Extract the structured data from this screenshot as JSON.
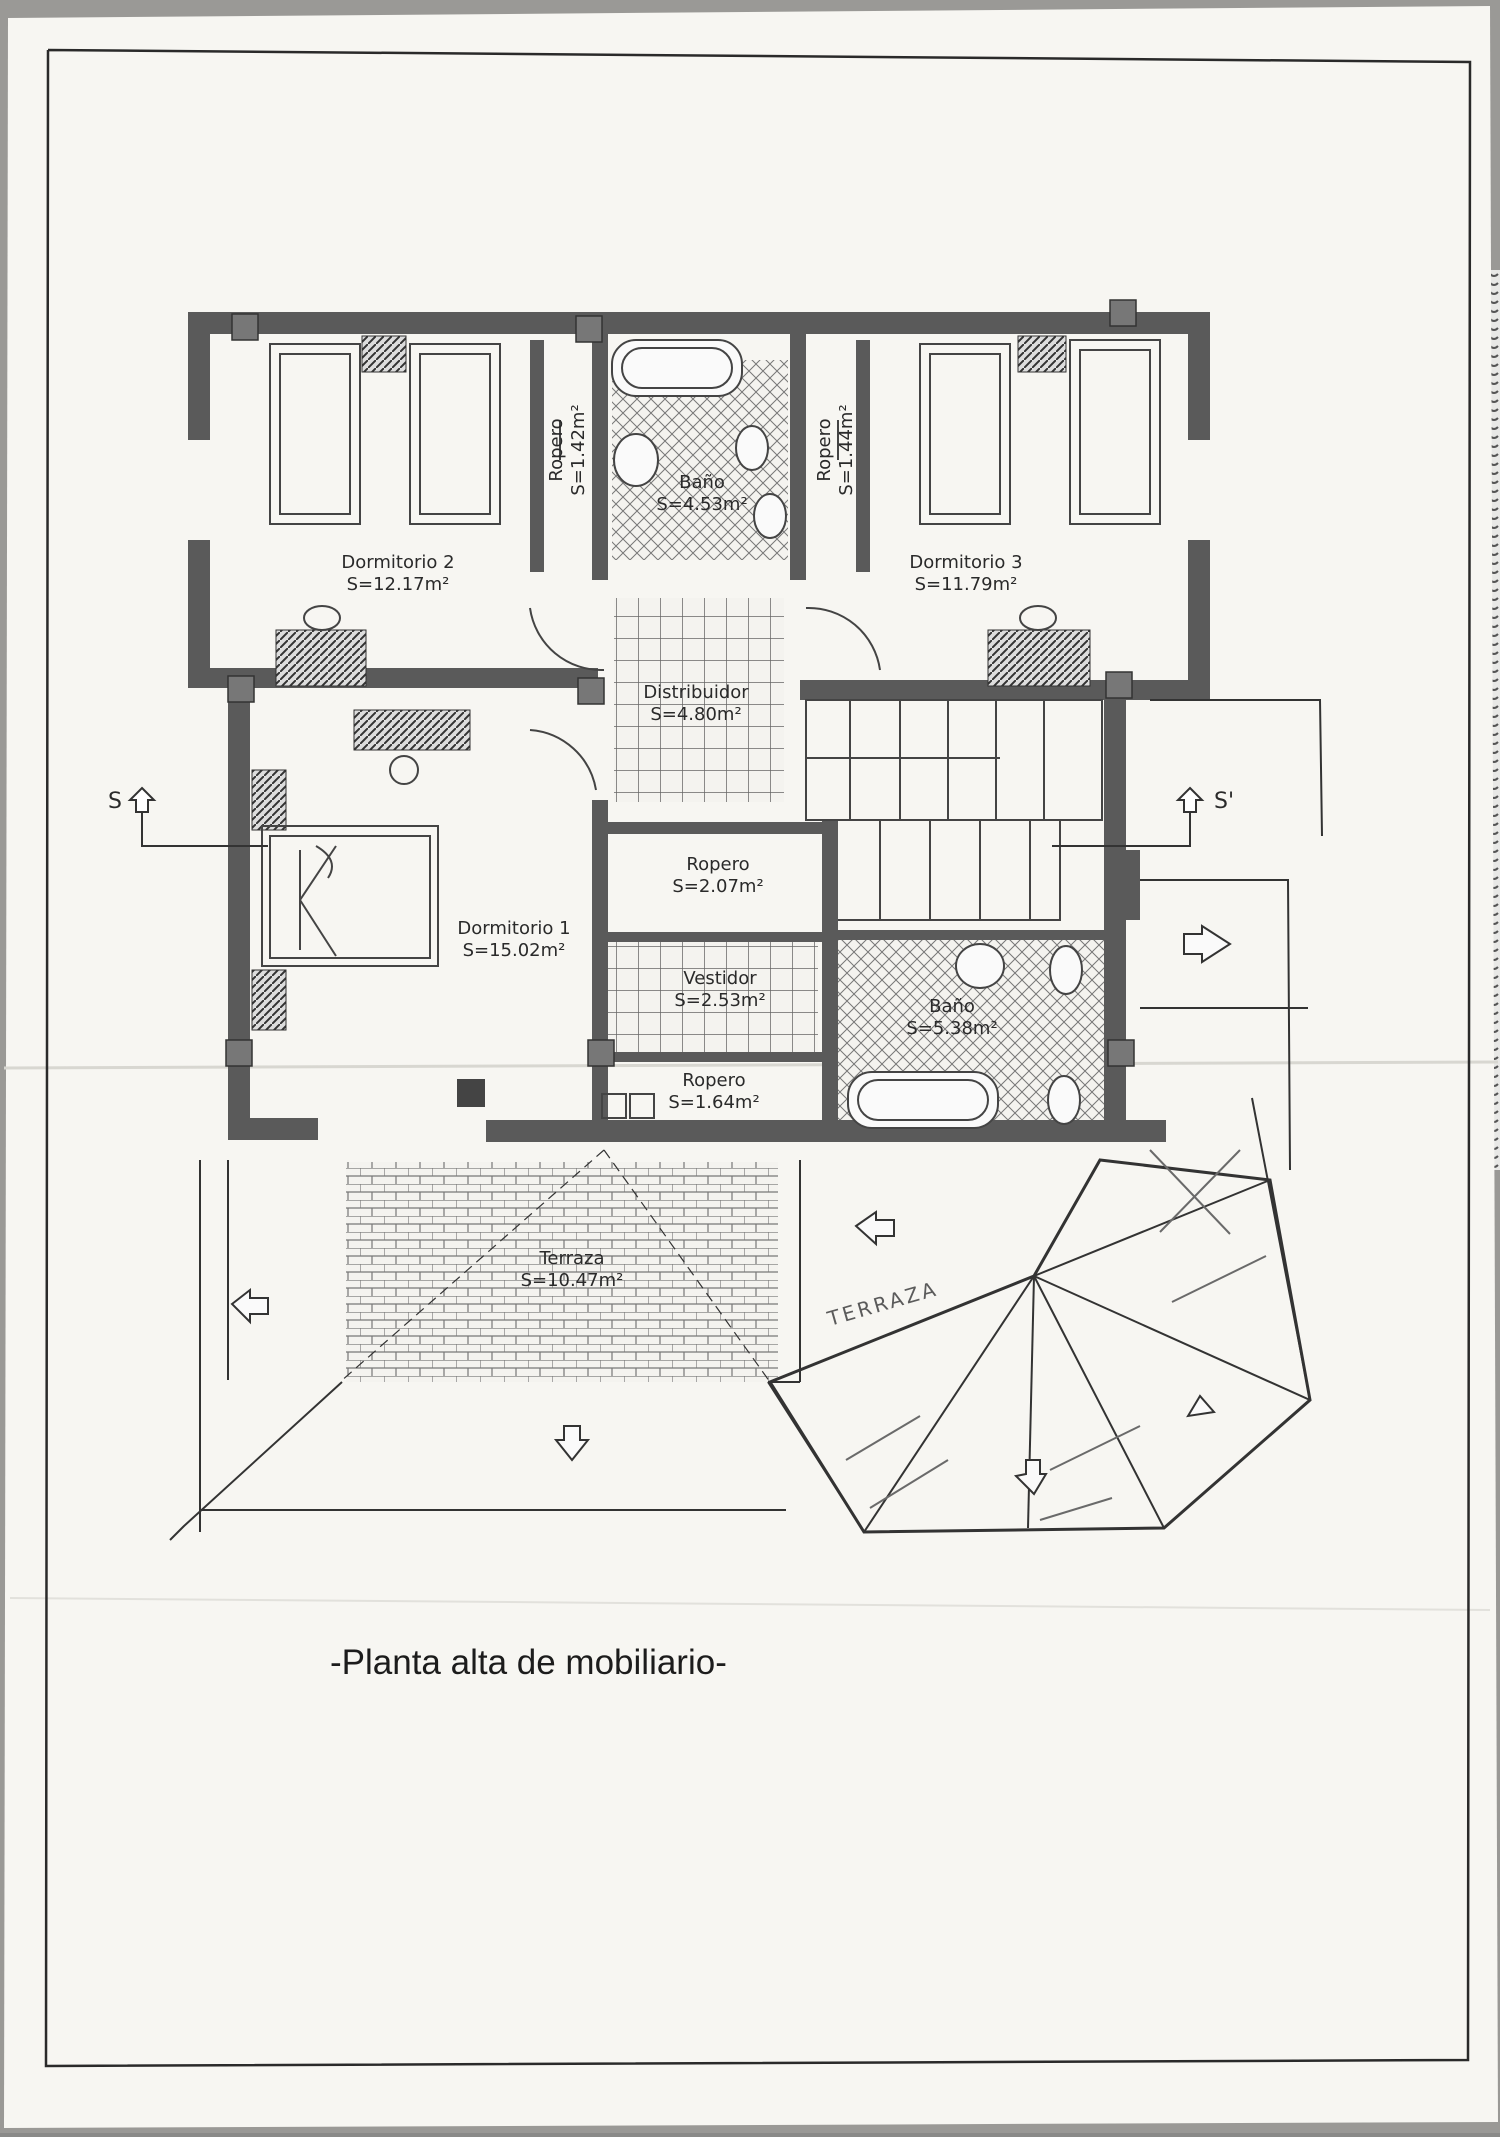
{
  "plan": {
    "caption": "-Planta alta de mobiliario-",
    "section_left": "S",
    "section_right": "S'",
    "handwritten_note": "TERRAZA",
    "rooms": [
      {
        "key": "dormitorio2",
        "name": "Dormitorio 2",
        "area": "S=12.17m²"
      },
      {
        "key": "dormitorio3",
        "name": "Dormitorio 3",
        "area": "S=11.79m²"
      },
      {
        "key": "bano_top",
        "name": "Baño",
        "area": "S=4.53m²"
      },
      {
        "key": "ropero_left",
        "name": "Ropero",
        "area": "S=1.42m²"
      },
      {
        "key": "ropero_right",
        "name": "Ropero",
        "area": "S=1.44m²"
      },
      {
        "key": "distribuidor",
        "name": "Distribuidor",
        "area": "S=4.80m²"
      },
      {
        "key": "dormitorio1",
        "name": "Dormitorio 1",
        "area": "S=15.02m²"
      },
      {
        "key": "ropero_mid",
        "name": "Ropero",
        "area": "S=2.07m²"
      },
      {
        "key": "vestidor",
        "name": "Vestidor",
        "area": "S=2.53m²"
      },
      {
        "key": "bano_bottom",
        "name": "Baño",
        "area": "S=5.38m²"
      },
      {
        "key": "ropero_small",
        "name": "Ropero",
        "area": "S=1.64m²"
      },
      {
        "key": "terraza",
        "name": "Terraza",
        "area": "S=10.47m²"
      }
    ]
  }
}
